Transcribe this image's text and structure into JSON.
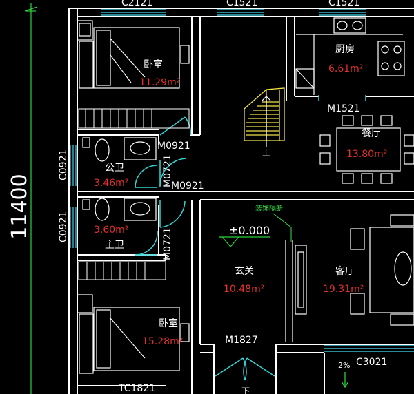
{
  "dimension": {
    "total": "11400"
  },
  "openings": {
    "c2121": "C2121",
    "c1521_a": "C1521",
    "c1521_b": "C1521",
    "m1521": "M1521",
    "m0921_a": "M0921",
    "m0921_b": "M0921",
    "m0721_a": "M0721",
    "m0721_b": "M0721",
    "c0921_a": "C0921",
    "c0921_b": "C0921",
    "m1827": "M1827",
    "c3021": "C3021",
    "tc1821": "TC1821"
  },
  "rooms": [
    {
      "id": "bedroom-top",
      "name": "卧室",
      "area": "11.29m²"
    },
    {
      "id": "kitchen",
      "name": "厨房",
      "area": "6.61m²"
    },
    {
      "id": "dining",
      "name": "餐厅",
      "area": "13.80m²"
    },
    {
      "id": "public-bath",
      "name": "公卫",
      "area": "3.46m²"
    },
    {
      "id": "master-bath",
      "name": "主卫",
      "area": "3.60m²"
    },
    {
      "id": "entrance",
      "name": "玄关",
      "area": "10.48m²"
    },
    {
      "id": "living",
      "name": "客厅",
      "area": "19.31m²"
    },
    {
      "id": "bedroom-bottom",
      "name": "卧室",
      "area": "15.28m²"
    }
  ],
  "annotations": {
    "stair_up": "上",
    "level": "±0.000",
    "partition": "装饰隔断",
    "slope": "2%",
    "down": "下"
  },
  "colors": {
    "background": "#000000",
    "wall": "#ffffff",
    "window": "#39b7c8",
    "door": "#33d4d4",
    "area_text": "#e0302a",
    "stair": "#f2e24a",
    "dimension": "#2bd13a",
    "partition_label": "#3ddc4a"
  }
}
